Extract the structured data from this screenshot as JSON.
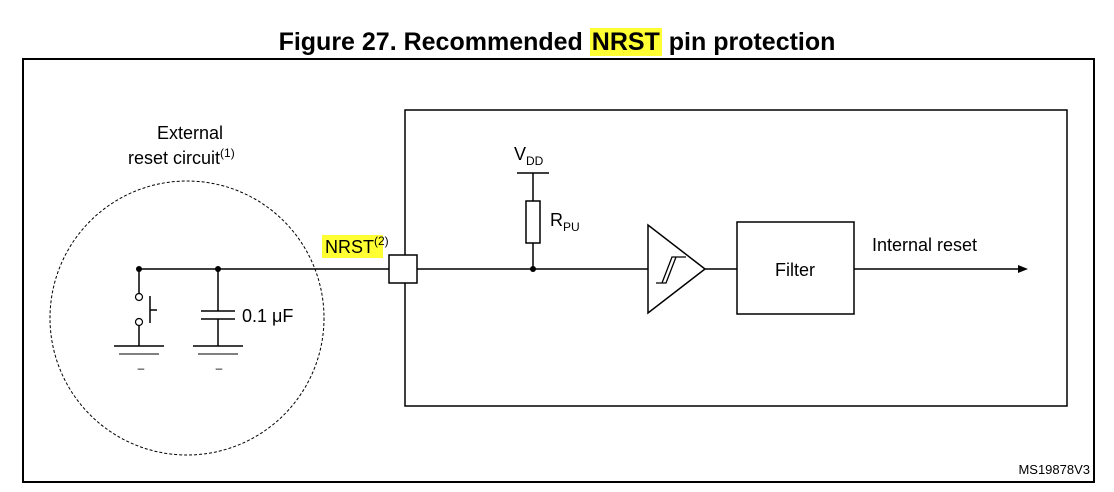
{
  "figure": {
    "title_prefix": "Figure 27. Recommended ",
    "title_highlight": "NRST",
    "title_suffix": " pin protection",
    "highlight_color": "#ffff33",
    "doc_code": "MS19878V3"
  },
  "external_circuit": {
    "label_line1": "External",
    "label_line2": "reset circuit",
    "label_note": "(1)",
    "capacitor_value": "0.1 μF",
    "ground_mark": "–"
  },
  "pin": {
    "name": "NRST",
    "note": "(2)"
  },
  "internal": {
    "supply_label": "V",
    "supply_sub": "DD",
    "resistor_label": "R",
    "resistor_sub": "PU",
    "filter_label": "Filter",
    "output_label": "Internal reset"
  }
}
